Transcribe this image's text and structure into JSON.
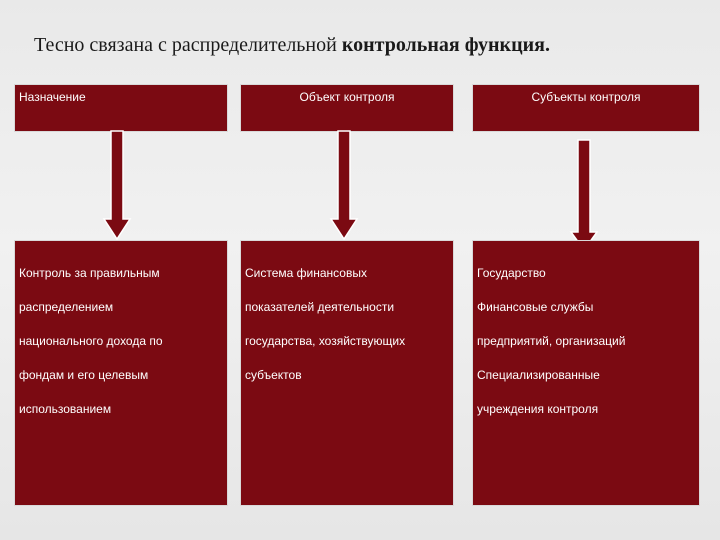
{
  "title": {
    "normal": "Тесно связана с распределительной ",
    "bold": "контрольная функция."
  },
  "columns": [
    {
      "header": "Назначение",
      "body_lines": [
        "Контроль за правильным",
        "распределением",
        "национального дохода по",
        "фондам и его целевым",
        "использованием"
      ]
    },
    {
      "header": "Объект контроля",
      "body_lines": [
        "Система финансовых",
        "показателей деятельности",
        "государства, хозяйствующих",
        "субъектов"
      ]
    },
    {
      "header": "Субъекты контроля",
      "body_lines": [
        "Государство",
        "Финансовые службы",
        "предприятий, организаций",
        "Специализированные",
        "учреждения контроля"
      ]
    }
  ],
  "colors": {
    "box_fill": "#7b0a12",
    "arrow_fill": "#7b0a12",
    "arrow_stroke": "#ffffff"
  }
}
